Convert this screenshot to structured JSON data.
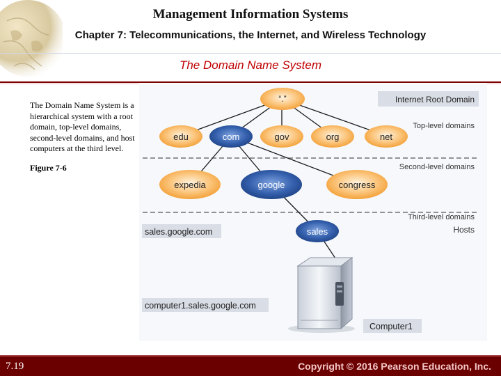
{
  "header": {
    "title": "Management Information Systems",
    "chapter": "Chapter 7: Telecommunications, the Internet, and Wireless Technology",
    "section": "The Domain Name System"
  },
  "description": "The Domain Name System is a hierarchical system with a root domain, top-level domains, second-level domains, and host computers at the third level.",
  "figure_label": "Figure 7-6",
  "diagram": {
    "root": "“.”",
    "top_level": [
      "edu",
      "com",
      "gov",
      "org",
      "net"
    ],
    "second_level": [
      "expedia",
      "google",
      "congress"
    ],
    "host": "sales",
    "level_labels": {
      "root": "Internet Root Domain",
      "top": "Top-level domains",
      "second": "Second-level domains",
      "third": "Third-level domains",
      "hosts": "Hosts"
    },
    "callouts": {
      "sales_domain": "sales.google.com",
      "computer_domain": "computer1.sales.google.com",
      "computer_name": "Computer1"
    }
  },
  "footer": {
    "slide_number": "7.19",
    "copyright": "Copyright © 2016 Pearson Education, Inc."
  },
  "colors": {
    "orange_node": "#f6a23a",
    "blue_node": "#2b5aa6",
    "footer": "#6b0000",
    "section_title": "#c00000"
  }
}
